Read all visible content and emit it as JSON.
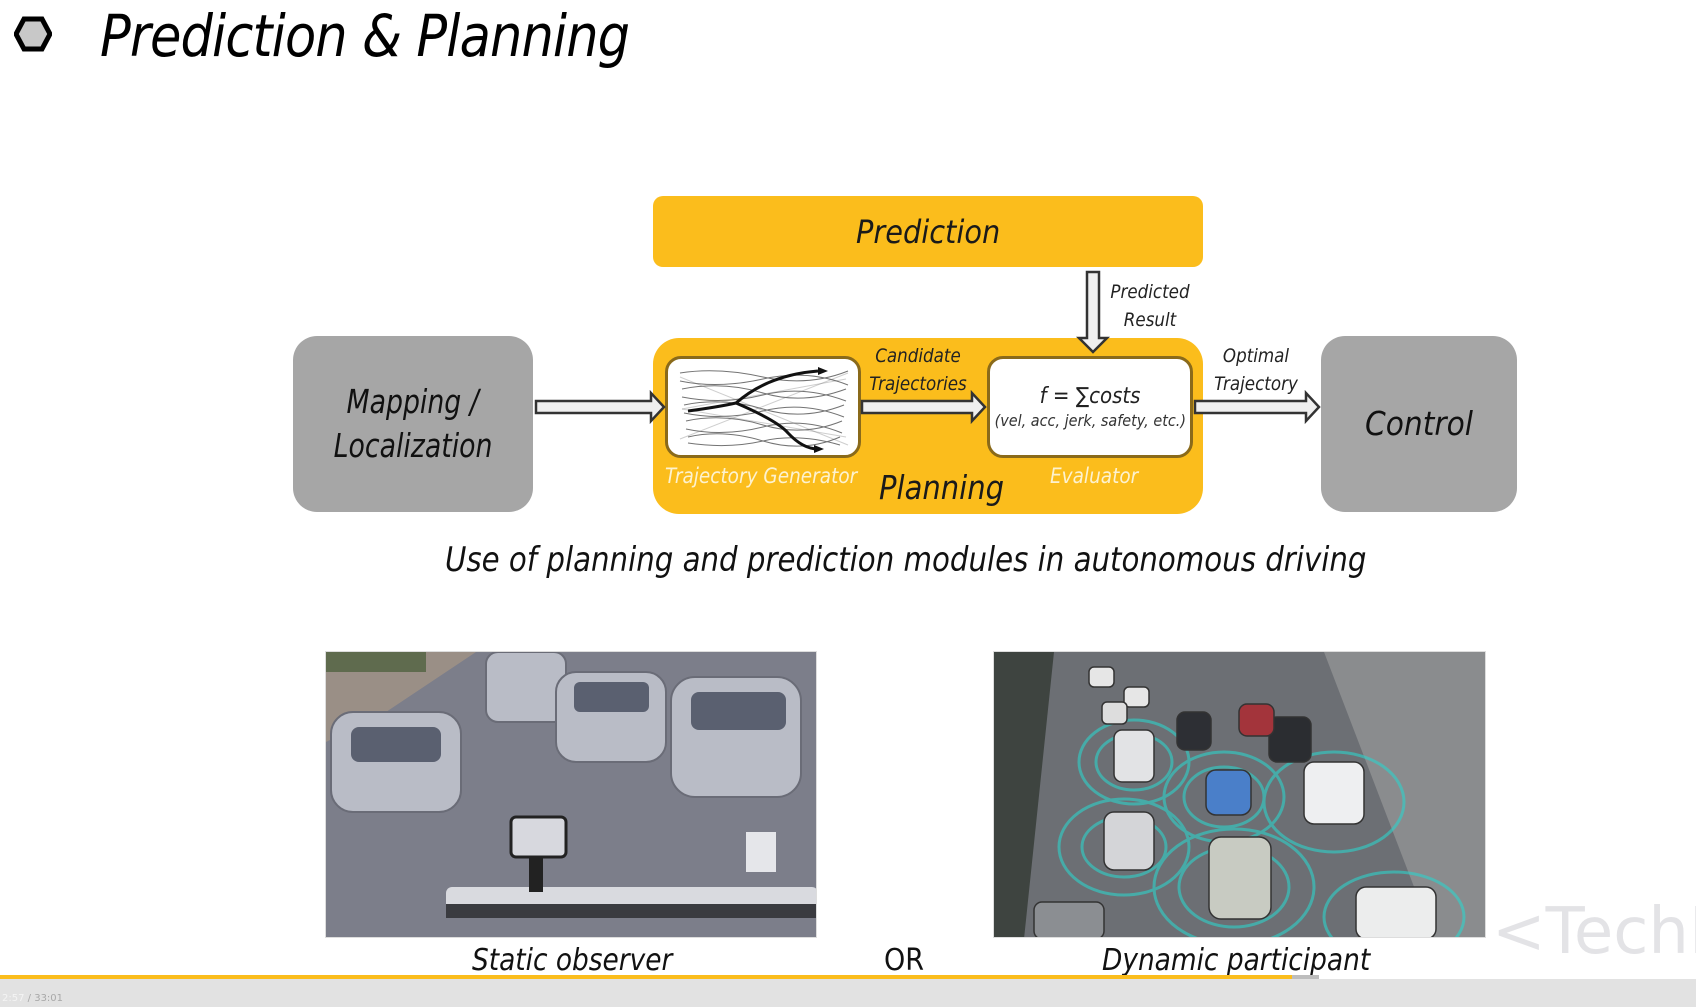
{
  "slide": {
    "title": "Prediction & Planning",
    "title_bullet_icon": "hexagon-bullet-icon"
  },
  "diagram": {
    "prediction_label": "Prediction",
    "mapping_label_line1": "Mapping /",
    "mapping_label_line2": "Localization",
    "control_label": "Control",
    "planning_label": "Planning",
    "trajectory_generator_label": "Trajectory Generator",
    "evaluator_label": "Evaluator",
    "evaluator_formula": "f = ∑costs",
    "evaluator_terms": "(vel, acc, jerk, safety, etc.)",
    "arrows": {
      "predicted_result_line1": "Predicted",
      "predicted_result_line2": "Result",
      "candidate_line1": "Candidate",
      "candidate_line2": "Trajectories",
      "optimal_line1": "Optimal",
      "optimal_line2": "Trajectory"
    },
    "colors": {
      "accent_yellow": "#fbbd1c",
      "module_grey": "#a6a6a6"
    }
  },
  "caption": "Use of planning and prediction modules in autonomous driving",
  "examples": {
    "static_caption": "Static observer",
    "or_label": "OR",
    "dynamic_caption": "Dynamic participant"
  },
  "watermark": "<TechB",
  "player": {
    "current_time": "2:57",
    "separator": " / ",
    "total_time": "33:01",
    "progress_fraction": 0.762,
    "buffered_fraction": 0.778,
    "progress_color": "#fbbd1c"
  }
}
